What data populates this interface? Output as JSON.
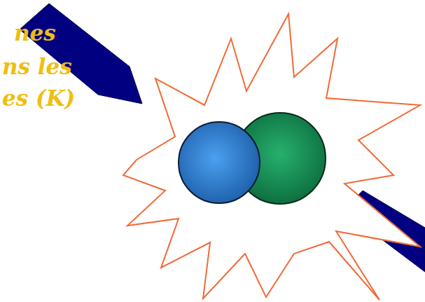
{
  "diagram": {
    "labels": [
      "nes",
      "ns les",
      "es (K)"
    ]
  }
}
